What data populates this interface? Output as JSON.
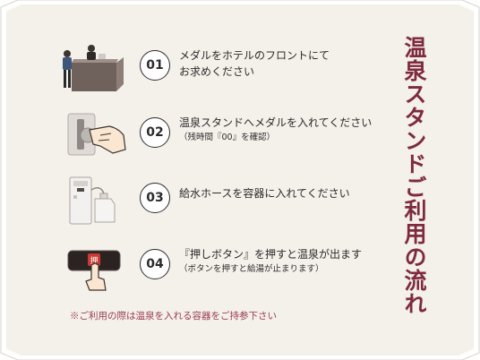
{
  "title": "温泉スタンドご利用の流れ",
  "steps": [
    {
      "num": "01",
      "line1": "メダルをホテルのフロントにて",
      "line2": "お求めください",
      "note": "",
      "icon": "hotel-front-desk-icon"
    },
    {
      "num": "02",
      "line1": "温泉スタンドへメダルを入れてください",
      "line2": "",
      "note": "（残時間『00』を確認）",
      "icon": "insert-medal-icon"
    },
    {
      "num": "03",
      "line1": "給水ホースを容器に入れてください",
      "line2": "",
      "note": "",
      "icon": "water-container-icon"
    },
    {
      "num": "04",
      "line1": "『押しボタン』を押すと温泉が出ます",
      "line2": "",
      "note": "（ボタンを押すと給湯が止まります）",
      "icon": "push-button-icon"
    }
  ],
  "button_label": "押",
  "footnote": "※ご利用の際は温泉を入れる容器をご持参下さい",
  "colors": {
    "title": "#7e2a3f",
    "footnote": "#9a3c52",
    "panel": "#f4f0ea",
    "text": "#2d2a2b"
  }
}
